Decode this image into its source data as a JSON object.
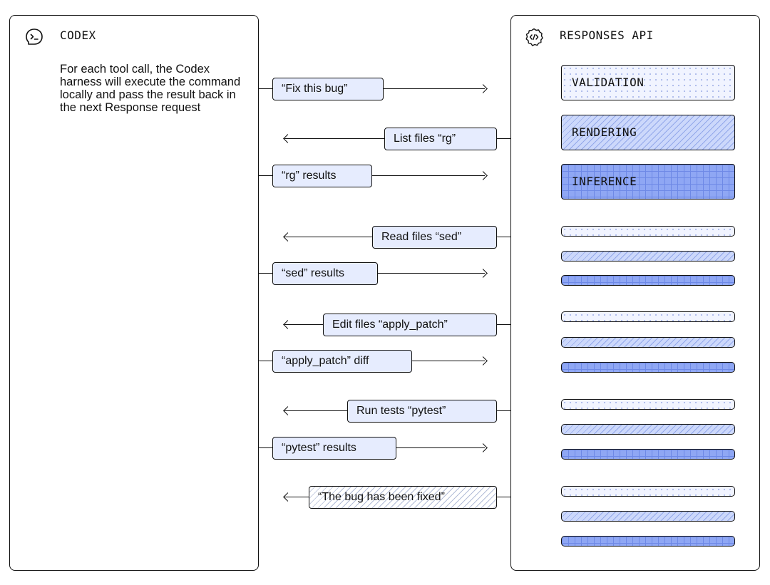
{
  "codex": {
    "title": "CODEX",
    "icon": "terminal-speech-icon",
    "description": "For each tool call, the Codex harness will execute the command locally and pass the result back in the next Response request"
  },
  "api": {
    "title": "RESPONSES API",
    "icon": "code-brackets-speech-icon",
    "stages": [
      "VALIDATION",
      "RENDERING",
      "INFERENCE"
    ]
  },
  "messages": [
    {
      "text": "“Fix this bug”",
      "direction": "right"
    },
    {
      "text": "List files “rg”",
      "direction": "left"
    },
    {
      "text": "“rg” results",
      "direction": "right"
    },
    {
      "text": "Read files “sed”",
      "direction": "left"
    },
    {
      "text": "“sed” results",
      "direction": "right"
    },
    {
      "text": "Edit files “apply_patch”",
      "direction": "left"
    },
    {
      "text": "“apply_patch” diff",
      "direction": "right"
    },
    {
      "text": "Run tests “pytest”",
      "direction": "left"
    },
    {
      "text": "“pytest” results",
      "direction": "right"
    },
    {
      "text": "“The bug has been fixed”",
      "direction": "left"
    }
  ],
  "colors": {
    "outline": "#111111",
    "message_fill": "#e6ecfe",
    "dots_fill": "#f1f4ff",
    "hatch_fill": "#ccd8fb",
    "grid_fill": "#8fa7f4"
  }
}
